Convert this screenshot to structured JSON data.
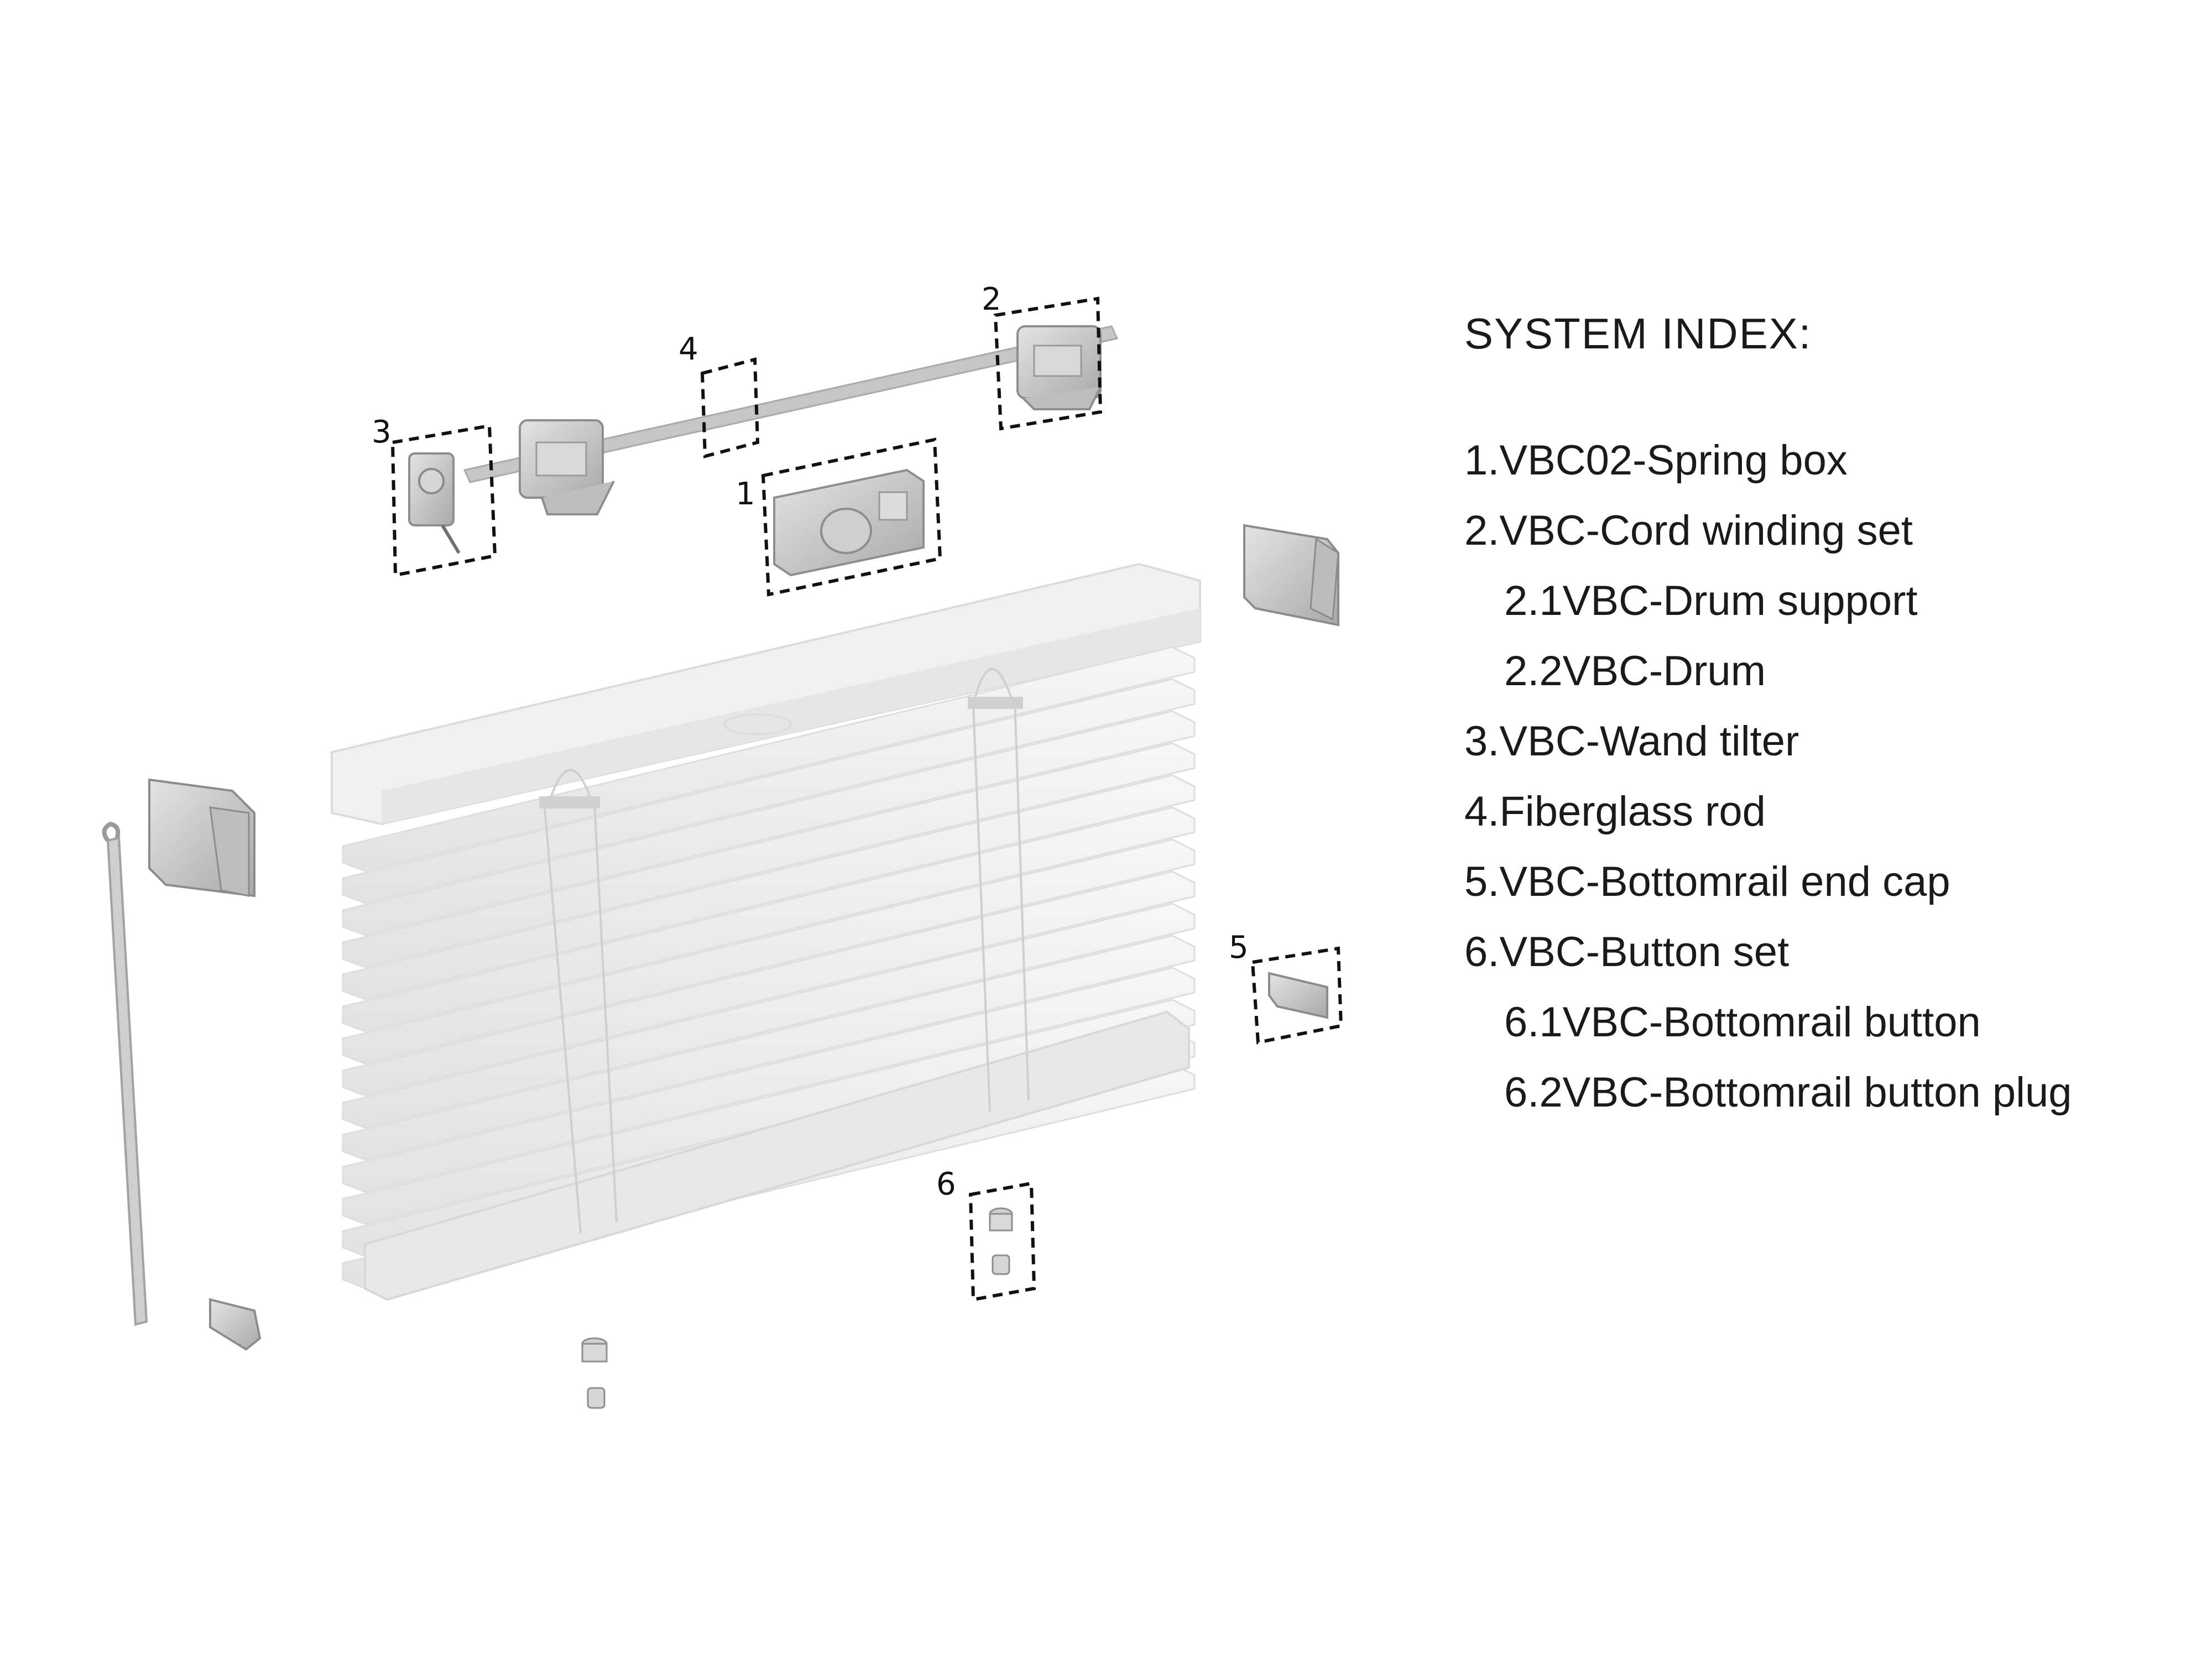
{
  "callouts": [
    "1",
    "2",
    "3",
    "4",
    "5",
    "6"
  ],
  "system_index": {
    "title": "SYSTEM INDEX:",
    "items": [
      {
        "text": "1.VBC02-Spring box",
        "sub": false
      },
      {
        "text": "2.VBC-Cord winding set",
        "sub": false
      },
      {
        "text": "2.1VBC-Drum support",
        "sub": true
      },
      {
        "text": "2.2VBC-Drum",
        "sub": true
      },
      {
        "text": "3.VBC-Wand tilter",
        "sub": false
      },
      {
        "text": "4.Fiberglass rod",
        "sub": false
      },
      {
        "text": "5.VBC-Bottomrail end cap",
        "sub": false
      },
      {
        "text": "6.VBC-Button set",
        "sub": false
      },
      {
        "text": "6.1VBC-Bottomrail button",
        "sub": true
      },
      {
        "text": "6.2VBC-Bottomrail button plug",
        "sub": true
      }
    ]
  },
  "colors": {
    "part": "#c8c8c8",
    "part_dark": "#9a9a9a",
    "slat": "#ededed",
    "callout_box": "#111111"
  }
}
